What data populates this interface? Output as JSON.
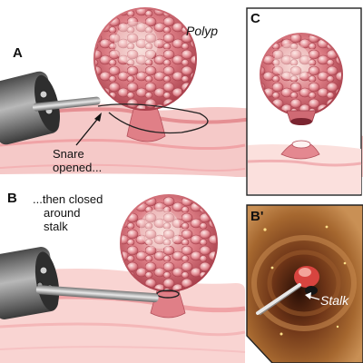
{
  "labels": {
    "polyp": "Polyp",
    "panel_a": "A",
    "panel_b": "B",
    "panel_b_prime": "B'",
    "panel_c": "C",
    "snare_opened_line1": "Snare",
    "snare_opened_line2": "opened...",
    "closed_line1": "...then closed",
    "closed_line2": "around",
    "closed_line3": "stalk",
    "stalk": "Stalk"
  },
  "colors": {
    "polyp_base": "#d7707a",
    "polyp_highlight": "#f5d6d3",
    "tissue": "#f1b7b6",
    "tissue_dark": "#d56b73",
    "scope_metal": "#8b8b8b",
    "endoscopy_bg": "#7a4a2a"
  }
}
